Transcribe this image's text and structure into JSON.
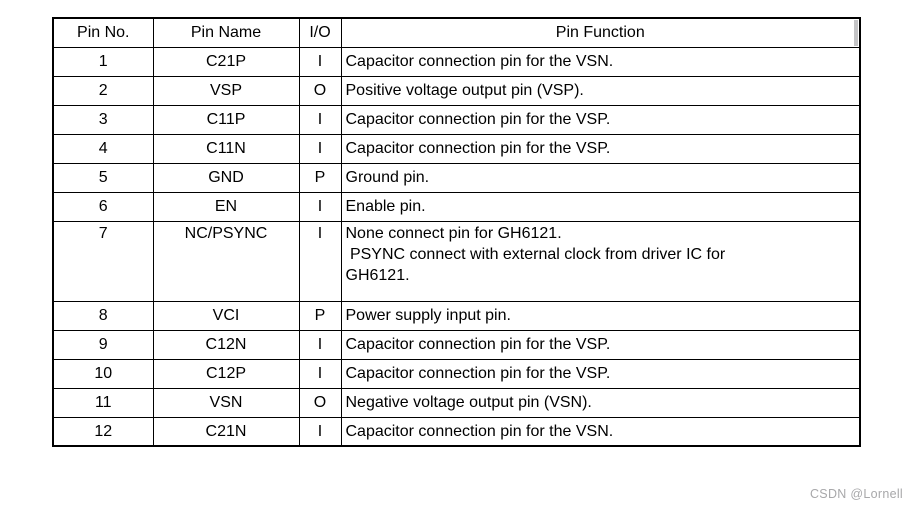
{
  "table": {
    "headers": [
      "Pin No.",
      "Pin Name",
      "I/O",
      "Pin Function"
    ],
    "rows": [
      {
        "no": "1",
        "name": "C21P",
        "io": "I",
        "function": "Capacitor connection pin for the VSN."
      },
      {
        "no": "2",
        "name": "VSP",
        "io": "O",
        "function": "Positive voltage output pin (VSP)."
      },
      {
        "no": "3",
        "name": "C11P",
        "io": "I",
        "function": "Capacitor connection pin for the VSP."
      },
      {
        "no": "4",
        "name": "C11N",
        "io": "I",
        "function": "Capacitor connection pin for the VSP."
      },
      {
        "no": "5",
        "name": "GND",
        "io": "P",
        "function": "Ground pin."
      },
      {
        "no": "6",
        "name": "EN",
        "io": "I",
        "function": "Enable pin."
      },
      {
        "no": "7",
        "name": "NC/PSYNC",
        "io": "I",
        "function": "None connect pin for GH6121.\n PSYNC connect with external clock from driver IC for\nGH6121."
      },
      {
        "no": "8",
        "name": "VCI",
        "io": "P",
        "function": "Power supply input pin."
      },
      {
        "no": "9",
        "name": "C12N",
        "io": "I",
        "function": "Capacitor connection pin for the VSP."
      },
      {
        "no": "10",
        "name": "C12P",
        "io": "I",
        "function": "Capacitor connection pin for the VSP."
      },
      {
        "no": "11",
        "name": "VSN",
        "io": "O",
        "function": "Negative voltage output pin (VSN)."
      },
      {
        "no": "12",
        "name": "C21N",
        "io": "I",
        "function": "Capacitor connection pin for the VSN."
      }
    ]
  },
  "watermark": {
    "text": "CSDN @Lornell"
  },
  "colors": {
    "table_border": "#000000",
    "text": "#000000",
    "watermark": "#a8a8aa",
    "header_artifact": "#c4c4c6"
  }
}
